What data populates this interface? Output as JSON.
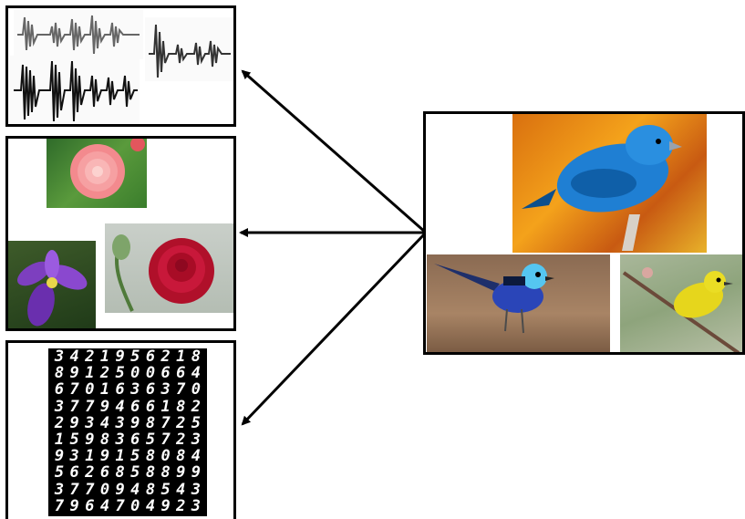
{
  "figure": {
    "source_panel": {
      "subject": "birds",
      "images": [
        "indigo-bunting-photo",
        "superb-fairywren-photo",
        "yellow-warbler-photo"
      ]
    },
    "target_panels": [
      {
        "name": "audio-waveforms-panel",
        "images": [
          "waveform-photo-1",
          "waveform-photo-2",
          "waveform-photo-3"
        ]
      },
      {
        "name": "flowers-panel",
        "images": [
          "dahlia-photo",
          "iris-photo",
          "red-rose-photo"
        ]
      },
      {
        "name": "handwritten-digits-panel",
        "images": [
          "mnist-digit-grid"
        ]
      }
    ],
    "arrows": [
      "bird-to-audio-arrow",
      "bird-to-flowers-arrow",
      "bird-to-digits-arrow"
    ]
  },
  "mnist_rows": [
    [
      "3",
      "4",
      "2",
      "1",
      "9",
      "5",
      "6",
      "2",
      "1",
      "8"
    ],
    [
      "8",
      "9",
      "1",
      "2",
      "5",
      "0",
      "0",
      "6",
      "6",
      "4"
    ],
    [
      "6",
      "7",
      "0",
      "1",
      "6",
      "3",
      "6",
      "3",
      "7",
      "0"
    ],
    [
      "3",
      "7",
      "7",
      "9",
      "4",
      "6",
      "6",
      "1",
      "8",
      "2"
    ],
    [
      "2",
      "9",
      "3",
      "4",
      "3",
      "9",
      "8",
      "7",
      "2",
      "5"
    ],
    [
      "1",
      "5",
      "9",
      "8",
      "3",
      "6",
      "5",
      "7",
      "2",
      "3"
    ],
    [
      "9",
      "3",
      "1",
      "9",
      "1",
      "5",
      "8",
      "0",
      "8",
      "4"
    ],
    [
      "5",
      "6",
      "2",
      "6",
      "8",
      "5",
      "8",
      "8",
      "9",
      "9"
    ],
    [
      "3",
      "7",
      "7",
      "0",
      "9",
      "4",
      "8",
      "5",
      "4",
      "3"
    ],
    [
      "7",
      "9",
      "6",
      "4",
      "7",
      "0",
      "4",
      "9",
      "2",
      "3"
    ]
  ]
}
